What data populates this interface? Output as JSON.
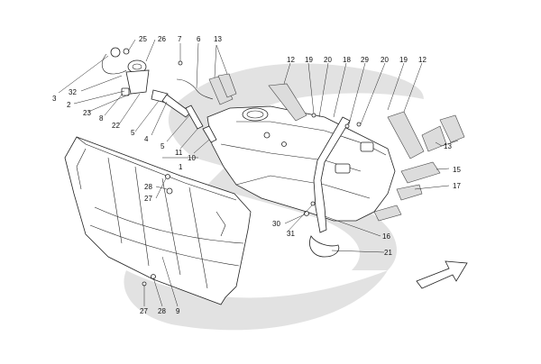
{
  "watermark": {
    "color": "#e2e2e2"
  },
  "colors": {
    "line": "#222222",
    "pad_fill": "#dcdcdc",
    "background": "#ffffff"
  },
  "callouts": [
    {
      "id": "c25",
      "label": "25"
    },
    {
      "id": "c26",
      "label": "26"
    },
    {
      "id": "c7",
      "label": "7"
    },
    {
      "id": "c6",
      "label": "6"
    },
    {
      "id": "c13a",
      "label": "13"
    },
    {
      "id": "c12a",
      "label": "12"
    },
    {
      "id": "c19a",
      "label": "19"
    },
    {
      "id": "c20a",
      "label": "20"
    },
    {
      "id": "c18",
      "label": "18"
    },
    {
      "id": "c29",
      "label": "29"
    },
    {
      "id": "c20b",
      "label": "20"
    },
    {
      "id": "c19b",
      "label": "19"
    },
    {
      "id": "c12b",
      "label": "12"
    },
    {
      "id": "c3",
      "label": "3"
    },
    {
      "id": "c32",
      "label": "32"
    },
    {
      "id": "c2",
      "label": "2"
    },
    {
      "id": "c23",
      "label": "23"
    },
    {
      "id": "c8",
      "label": "8"
    },
    {
      "id": "c22",
      "label": "22"
    },
    {
      "id": "c5a",
      "label": "5"
    },
    {
      "id": "c4",
      "label": "4"
    },
    {
      "id": "c5b",
      "label": "5"
    },
    {
      "id": "c11",
      "label": "11"
    },
    {
      "id": "c10",
      "label": "10"
    },
    {
      "id": "c1",
      "label": "1"
    },
    {
      "id": "c13b",
      "label": "13"
    },
    {
      "id": "c15",
      "label": "15"
    },
    {
      "id": "c17",
      "label": "17"
    },
    {
      "id": "c28a",
      "label": "28"
    },
    {
      "id": "c27a",
      "label": "27"
    },
    {
      "id": "c30",
      "label": "30"
    },
    {
      "id": "c31",
      "label": "31"
    },
    {
      "id": "c16",
      "label": "16"
    },
    {
      "id": "c21",
      "label": "21"
    },
    {
      "id": "c27b",
      "label": "27"
    },
    {
      "id": "c28b",
      "label": "28"
    },
    {
      "id": "c9",
      "label": "9"
    }
  ]
}
